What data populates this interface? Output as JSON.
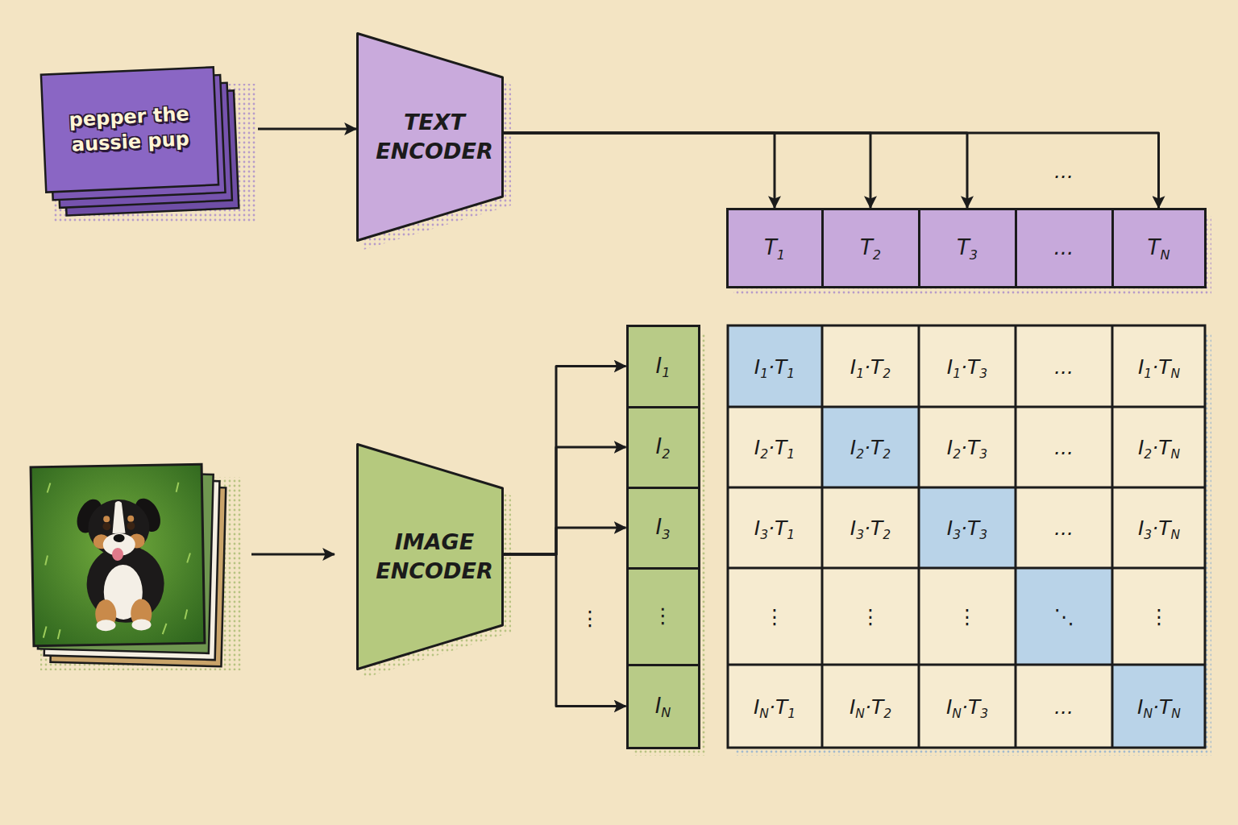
{
  "diagram": {
    "nodes": [
      {
        "text": [
          "pepper the aussie pup"
        ]
      },
      {
        "text": [
          "TEXT ENCODER"
        ]
      },
      {
        "text": [
          "T1"
        ]
      },
      {
        "text": [
          "T2"
        ]
      },
      {
        "text": [
          "T3"
        ]
      },
      {
        "text": [
          "..."
        ]
      },
      {
        "text": [
          "TN"
        ]
      },
      {
        "text": [
          "IMAGE ENCODER"
        ]
      },
      {
        "text": [
          "I1"
        ]
      },
      {
        "text": [
          "I2"
        ]
      },
      {
        "text": [
          "I3"
        ]
      },
      {
        "text": [
          "⋮"
        ]
      },
      {
        "text": [
          "IN"
        ]
      }
    ],
    "edges": [
      {
        "from": 0,
        "to": 1,
        "arrow": "to"
      },
      {
        "from": 1,
        "to": 2,
        "arrow": "to"
      },
      {
        "from": 1,
        "to": 3,
        "arrow": "to"
      },
      {
        "from": 1,
        "to": 4,
        "arrow": "to"
      },
      {
        "from": 1,
        "to": 6,
        "arrow": "to"
      },
      {
        "from": 7,
        "to": 8,
        "arrow": "to"
      },
      {
        "from": 7,
        "to": 9,
        "arrow": "to"
      },
      {
        "from": 7,
        "to": 10,
        "arrow": "to"
      },
      {
        "from": 7,
        "to": 12,
        "arrow": "to"
      }
    ],
    "labels": [
      "...",
      "⋮",
      "I1·T1",
      "I1·T2",
      "I1·T3",
      "...",
      "I1·TN",
      "I2·T1",
      "I2·T2",
      "I2·T3",
      "...",
      "I2·TN",
      "I3·T1",
      "I3·T2",
      "I3·T3",
      "...",
      "I3·TN",
      "⋮",
      "⋮",
      "⋮",
      "⋱",
      "⋮",
      "IN·T1",
      "IN·T2",
      "IN·T3",
      "...",
      "IN·TN"
    ]
  }
}
